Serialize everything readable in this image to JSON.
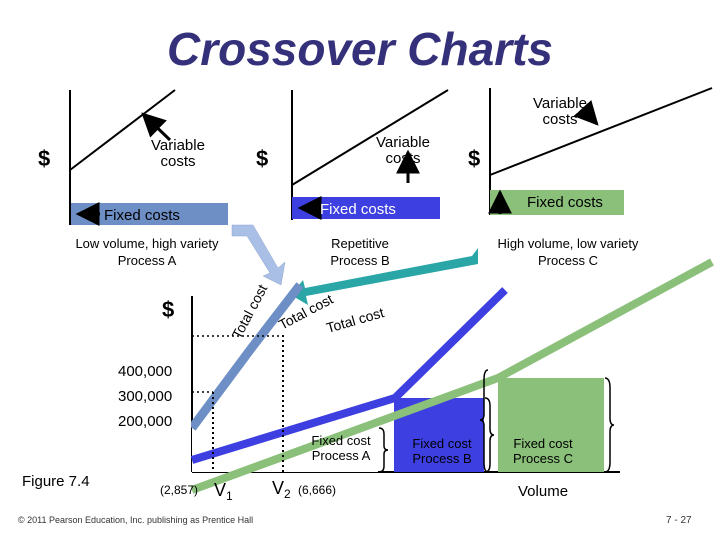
{
  "title": "Crossover Charts",
  "panel_a": {
    "dollar": "$",
    "variable_costs": [
      "Variable",
      "costs"
    ],
    "fixed_costs": "Fixed costs",
    "process": [
      "Low volume, high variety",
      "Process A"
    ]
  },
  "panel_b": {
    "dollar": "$",
    "variable_costs": [
      "Variable",
      "costs"
    ],
    "fixed_costs": "Fixed costs",
    "process": [
      "Repetitive",
      "Process B"
    ]
  },
  "panel_c": {
    "dollar": "$",
    "variable_costs": [
      "Variable",
      "costs"
    ],
    "fixed_costs": "Fixed costs",
    "process": [
      "High volume, low variety",
      "Process C"
    ]
  },
  "bottom": {
    "dollar": "$",
    "total_cost": "Total cost",
    "y_ticks": [
      "400,000",
      "300,000",
      "200,000"
    ],
    "fixed_labels": [
      [
        "Fixed cost",
        "Process A"
      ],
      [
        "Fixed cost",
        "Process B"
      ],
      [
        "Fixed cost",
        "Process C"
      ]
    ],
    "v1": "V",
    "v1_sub": "1",
    "v1_value": "(2,857)",
    "v2": "V",
    "v2_sub": "2",
    "v2_value": "(6,666)",
    "xlabel": "Volume",
    "figure": "Figure 7.4"
  },
  "colors": {
    "title": "#35307a",
    "process_a": "#6e8fc6",
    "process_b": "#3d3fe0",
    "process_c": "#8bc07a",
    "crossover_a": "#a9bfe6",
    "crossover_c": "#2aa6a6"
  },
  "footer": {
    "copyright": "© 2011 Pearson Education, Inc. publishing as Prentice Hall",
    "page": "7 - 27"
  }
}
